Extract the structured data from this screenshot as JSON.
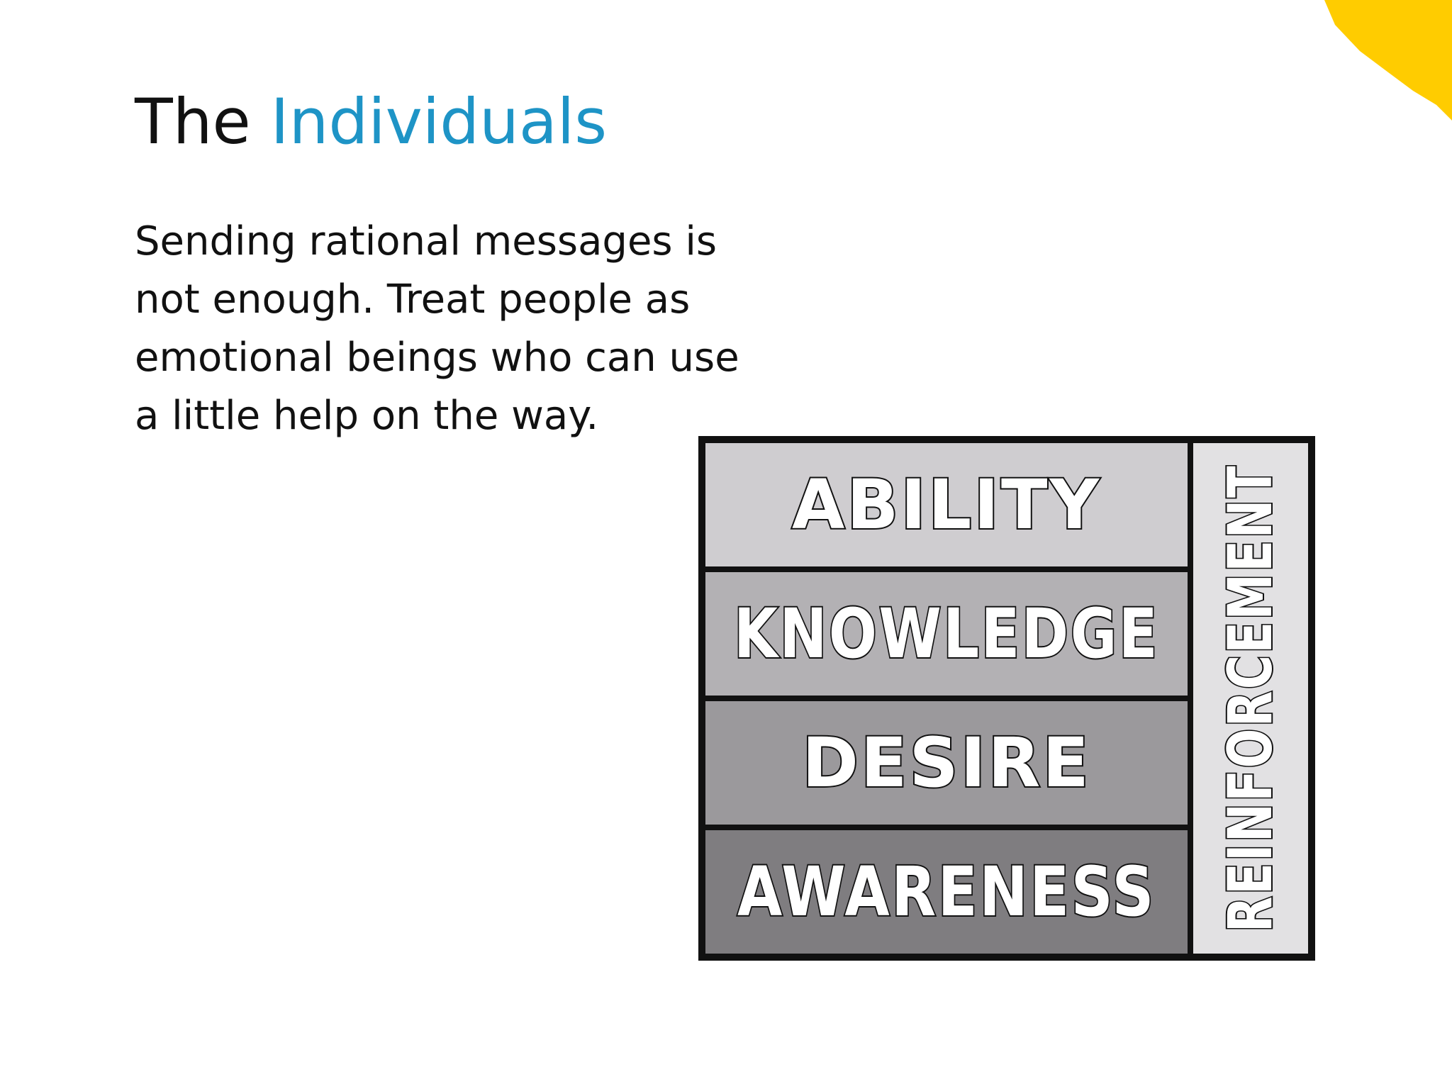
{
  "slide": {
    "title_prefix": "The",
    "title_highlight": "Individuals",
    "body": "Sending rational messages is not enough. Treat people as emotional beings who can use a little help on the way."
  },
  "diagram": {
    "rows": [
      {
        "label": "ABILITY",
        "fill": "#cfcdd0"
      },
      {
        "label": "KNOWLEDGE",
        "fill": "#b3b1b4"
      },
      {
        "label": "DESIRE",
        "fill": "#9b999c"
      },
      {
        "label": "AWARENESS",
        "fill": "#7f7d80"
      }
    ],
    "side_label": "REINFORCEMENT",
    "side_fill": "#e2e1e3"
  },
  "colors": {
    "accent": "#1e94c6",
    "corner": "#ffcc00",
    "text": "#111111"
  }
}
